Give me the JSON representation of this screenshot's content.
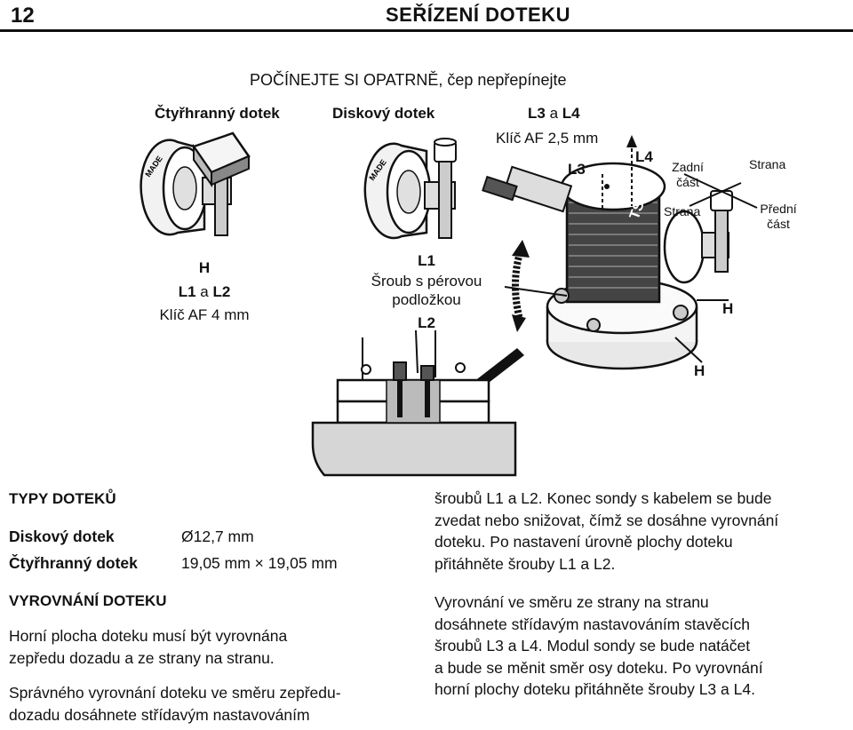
{
  "header": {
    "page_number": "12",
    "title": "SEŘÍZENÍ DOTEKU"
  },
  "figure": {
    "warning": "POČÍNEJTE SI OPATRNĚ, čep nepřepínejte",
    "square_stylus": "Čtyřhranný dotek",
    "disc_stylus": "Diskový dotek",
    "l3_l4_a": "L3",
    "l3_l4_and": "a",
    "l3_l4_b": "L4",
    "key_small": "Klíč AF 2,5 mm",
    "l3": "L3",
    "l4": "L4",
    "back_1": "Zadní",
    "back_2": "část",
    "side_top": "Strana",
    "side_mid": "Strana",
    "front_1": "Přední",
    "front_2": "část",
    "h_left": "H",
    "l1_l2_a": "L1",
    "l1_l2_and": "a",
    "l1_l2_b": "L2",
    "key_large": "Klíč AF 4 mm",
    "l1": "L1",
    "screw_1": "Šroub s pérovou",
    "screw_2": "podložkou",
    "l2": "L2",
    "h_mid": "H",
    "h_bottom": "H",
    "marking_made": "MADE",
    "marking_ts2": "TS2"
  },
  "types": {
    "heading": "TYPY DOTEKŮ",
    "disc_label": "Diskový dotek",
    "disc_value": "Ø12,7 mm",
    "square_label": "Čtyřhranný dotek",
    "square_value": "19,05 mm × 19,05 mm"
  },
  "alignment": {
    "heading": "VYROVNÁNÍ DOTEKU",
    "p1_l1": "Horní plocha doteku musí být vyrovnána",
    "p1_l2": "zepředu dozadu a ze strany na stranu.",
    "p2_l1": "Správného vyrovnání doteku ve směru zepředu-",
    "p2_l2": "dozadu dosáhnete střídavým nastavováním"
  },
  "right_col": {
    "p1_l1": "šroubů L1 a L2. Konec sondy s kabelem se bude",
    "p1_l2": "zvedat nebo snižovat, čímž se dosáhne vyrovnání",
    "p1_l3": "doteku. Po nastavení úrovně plochy doteku",
    "p1_l4": "přitáhněte šrouby L1 a L2.",
    "p2_l1": "Vyrovnání ve směru ze strany na stranu",
    "p2_l2": "dosáhnete střídavým nastavováním stavěcích",
    "p2_l3": "šroubů L3 a L4. Modul sondy se bude natáčet",
    "p2_l4": "a bude se měnit směr osy doteku. Po vyrovnání",
    "p2_l5": "horní plochy doteku přitáhněte šrouby L3 a L4."
  }
}
